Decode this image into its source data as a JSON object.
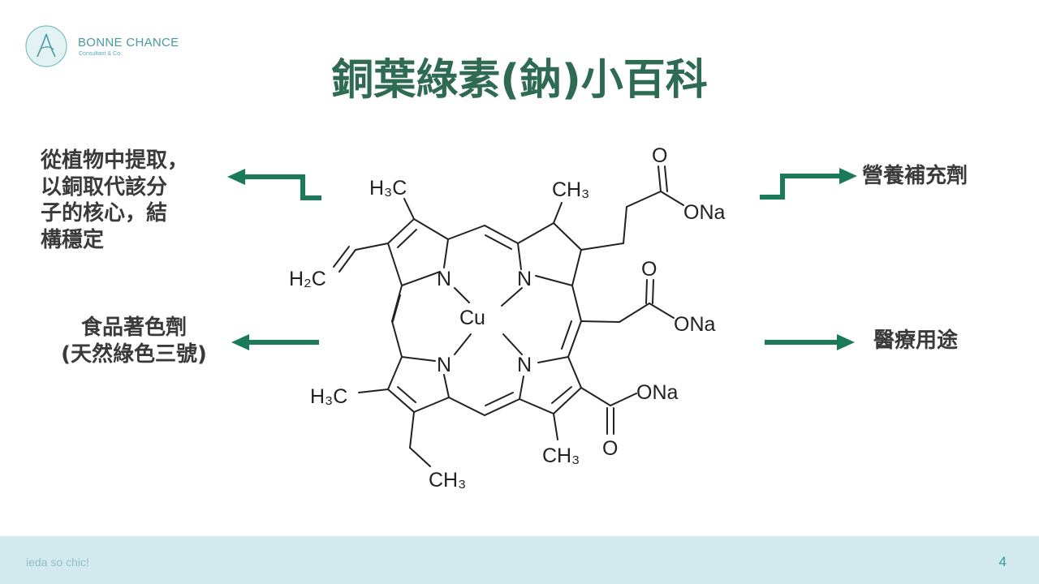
{
  "brand": {
    "name": "BONNE CHANCE",
    "subtitle": "Consultant & Co."
  },
  "slide": {
    "title": "銅葉綠素(鈉)小百科",
    "page_number": "4"
  },
  "callouts": {
    "top_left": [
      "從植物中提取，",
      "以銅取代該分",
      "子的核心，結",
      "構穩定"
    ],
    "bottom_left": [
      "食品著色劑",
      "(天然綠色三號)"
    ],
    "top_right": "營養補充劑",
    "bottom_right": "醫療用途"
  },
  "molecule": {
    "labels": {
      "h3c_top": "H₃C",
      "ch3_top": "CH₃",
      "o_top": "O",
      "ona_top": "ONa",
      "o_mid": "O",
      "ona_mid": "ONa",
      "h2c": "H₂C",
      "n_ul": "N",
      "n_ur": "N",
      "cu": "Cu",
      "n_ll": "N",
      "n_lr": "N",
      "h3c_bottom": "H₃C",
      "ona_bottom": "ONa",
      "o_bottom": "O",
      "ch3_bottom_right": "CH₃",
      "ch3_bottom": "CH₃"
    }
  },
  "footer": {
    "tagline": "ieda so chic!"
  },
  "colors": {
    "title": "#2e6b52",
    "arrow": "#1b7a5a",
    "footer_bg": "#d3ebee",
    "brand": "#4a9aa3"
  }
}
